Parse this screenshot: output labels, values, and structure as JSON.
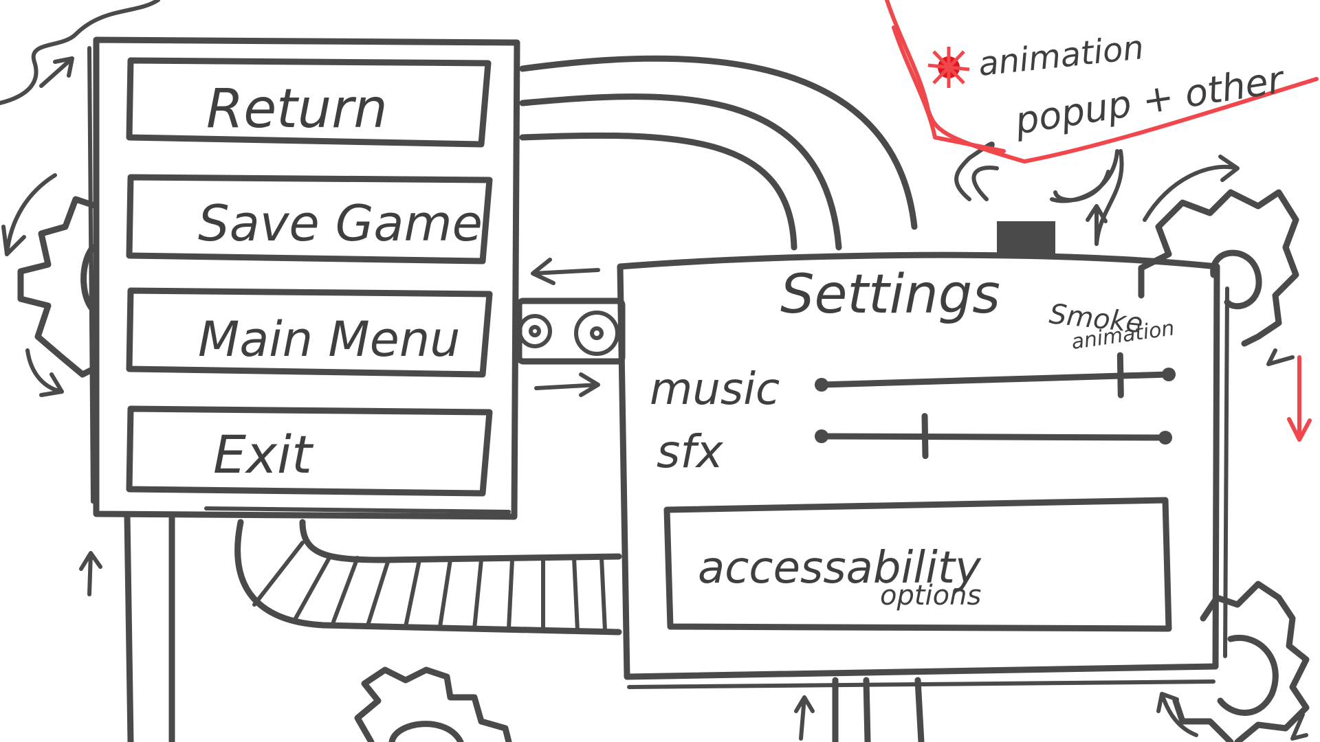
{
  "pause_menu": {
    "buttons": [
      {
        "label": "Return"
      },
      {
        "label": "Save Game"
      },
      {
        "label": "Main Menu"
      },
      {
        "label": "Exit"
      }
    ]
  },
  "settings": {
    "title": "Settings",
    "music": {
      "label": "music",
      "level": 0.86
    },
    "sfx": {
      "label": "sfx",
      "level": 0.3
    },
    "accessibility_button": {
      "line1": "accessability",
      "line2": "options"
    }
  },
  "annotations": {
    "animation_note_line1": "animation",
    "animation_note_line2": "popup + other",
    "smoke_note_line1": "Smoke",
    "smoke_note_line2": "animation"
  },
  "colors": {
    "ink": "#4a4a4a",
    "annotation_red": "#f0474c",
    "background": "#ffffff"
  }
}
